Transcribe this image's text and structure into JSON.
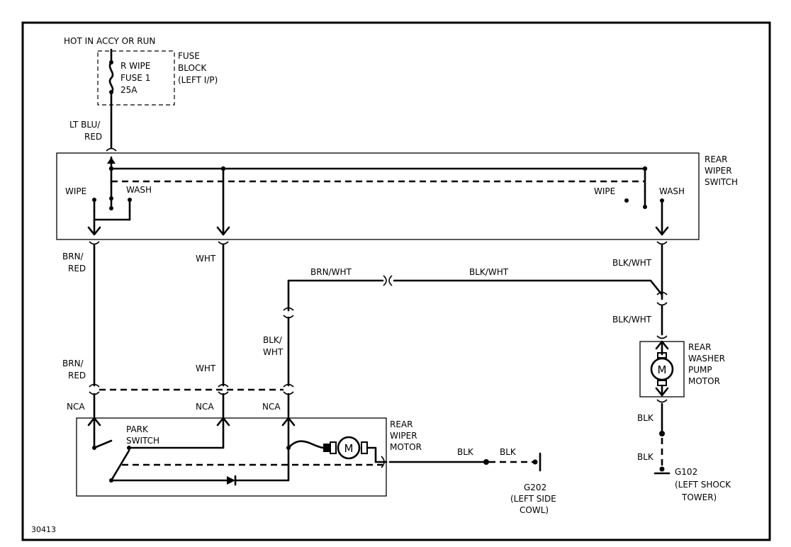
{
  "power": {
    "source": "HOT IN ACCY OR RUN"
  },
  "fuse": {
    "name": "R WIPE",
    "number": "FUSE 1",
    "rating": "25A",
    "block_label": [
      "FUSE",
      "BLOCK",
      "(LEFT I/P)"
    ]
  },
  "switch": {
    "label": [
      "REAR",
      "WIPER",
      "SWITCH"
    ],
    "left_wipe": "WIPE",
    "left_wash": "WASH",
    "right_wipe": "WIPE",
    "right_wash": "WASH"
  },
  "wires": {
    "feed": [
      "LT BLU/",
      "RED"
    ],
    "brn_red_top": [
      "BRN/",
      "RED"
    ],
    "wht_top": "WHT",
    "brn_wht": "BRN/WHT",
    "blk_wht_long": "BLK/WHT",
    "blk_wht_right1": "BLK/WHT",
    "blk_wht_right2": "BLK/WHT",
    "blk_wht_left": [
      "BLK/",
      "WHT"
    ],
    "brn_red_bottom": [
      "BRN/",
      "RED"
    ],
    "wht_bottom": "WHT",
    "nca1": "NCA",
    "nca2": "NCA",
    "nca3": "NCA",
    "blk_motor1": "BLK",
    "blk_motor2": "BLK",
    "blk_pump1": "BLK",
    "blk_pump2": "BLK"
  },
  "park_switch": {
    "label": [
      "PARK",
      "SWITCH"
    ]
  },
  "wiper_motor": {
    "label": [
      "REAR",
      "WIPER",
      "MOTOR"
    ],
    "symbol": "M"
  },
  "washer_motor": {
    "label": [
      "REAR",
      "WASHER",
      "PUMP",
      "MOTOR"
    ],
    "symbol": "M"
  },
  "grounds": {
    "g202": [
      "G202",
      "(LEFT SIDE",
      "COWL)"
    ],
    "g102": [
      "G102",
      "(LEFT SHOCK",
      "TOWER)"
    ]
  },
  "diagram_id": "30413"
}
